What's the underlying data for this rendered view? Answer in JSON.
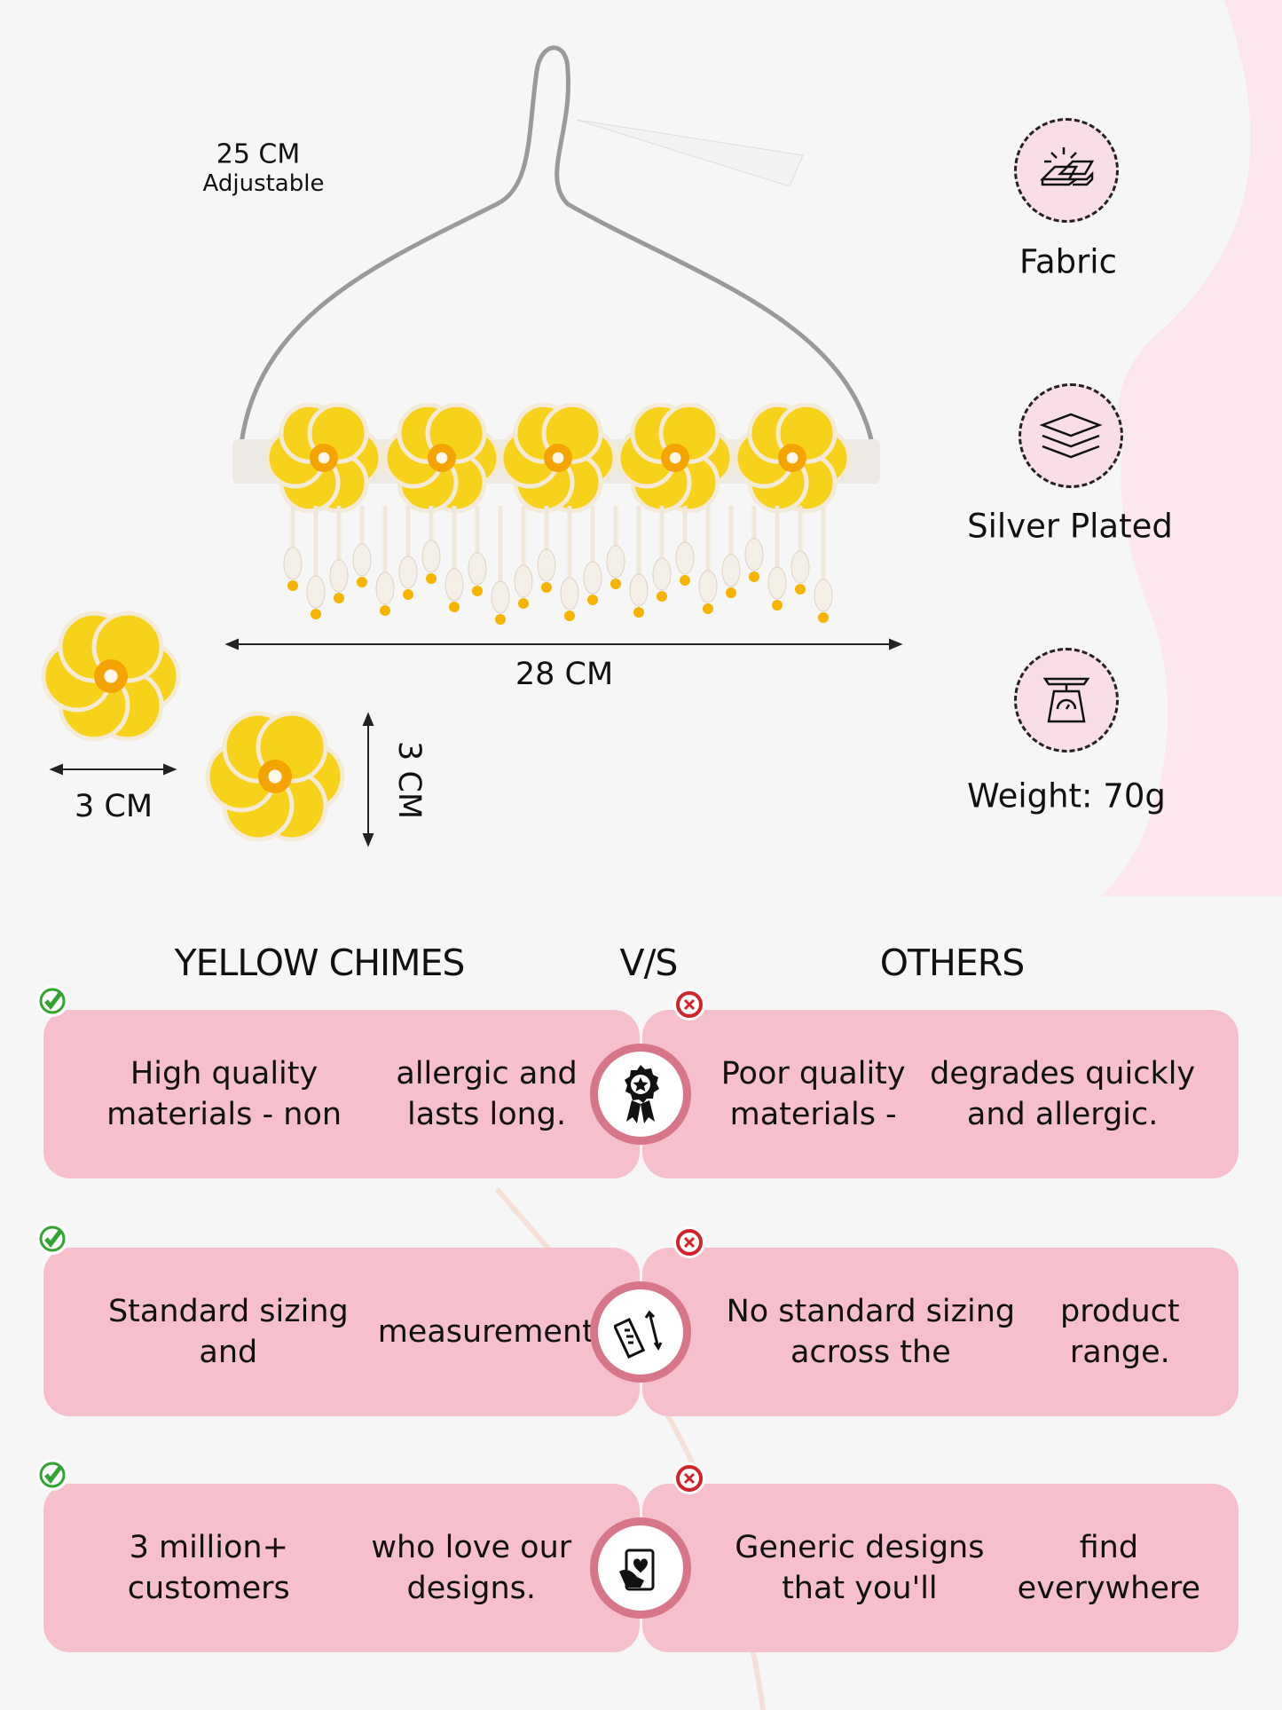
{
  "dimensions": {
    "cord_length": "25 CM",
    "cord_note": "Adjustable",
    "necklace_width": "28 CM",
    "earring_width": "3 CM",
    "earring_height": "3 CM"
  },
  "features": [
    {
      "icon": "gold-bars-icon",
      "label": "Fabric"
    },
    {
      "icon": "layers-icon",
      "label": "Silver Plated"
    },
    {
      "icon": "weighing-scale-icon",
      "label": "Weight: 70g"
    }
  ],
  "comparison": {
    "left_title": "YELLOW CHIMES",
    "vs": "V/S",
    "right_title": "OTHERS",
    "rows": [
      {
        "icon": "quality-badge-icon",
        "left": [
          "High quality materials - non",
          "allergic and lasts long."
        ],
        "right": [
          "Poor quality materials -",
          "degrades quickly and allergic."
        ]
      },
      {
        "icon": "ruler-measure-icon",
        "left": [
          "Standard sizing and",
          "measurement."
        ],
        "right": [
          "No standard sizing across the",
          "product range."
        ]
      },
      {
        "icon": "customer-love-icon",
        "left": [
          "3 million+ customers",
          "who love our designs."
        ],
        "right": [
          "Generic designs that you'll",
          "find everywhere"
        ]
      }
    ]
  },
  "colors": {
    "card": "#f6bfcc",
    "ring": "#d67688",
    "check": "#2fa52f",
    "cross": "#d2232a",
    "flower": "#f7d21a"
  }
}
